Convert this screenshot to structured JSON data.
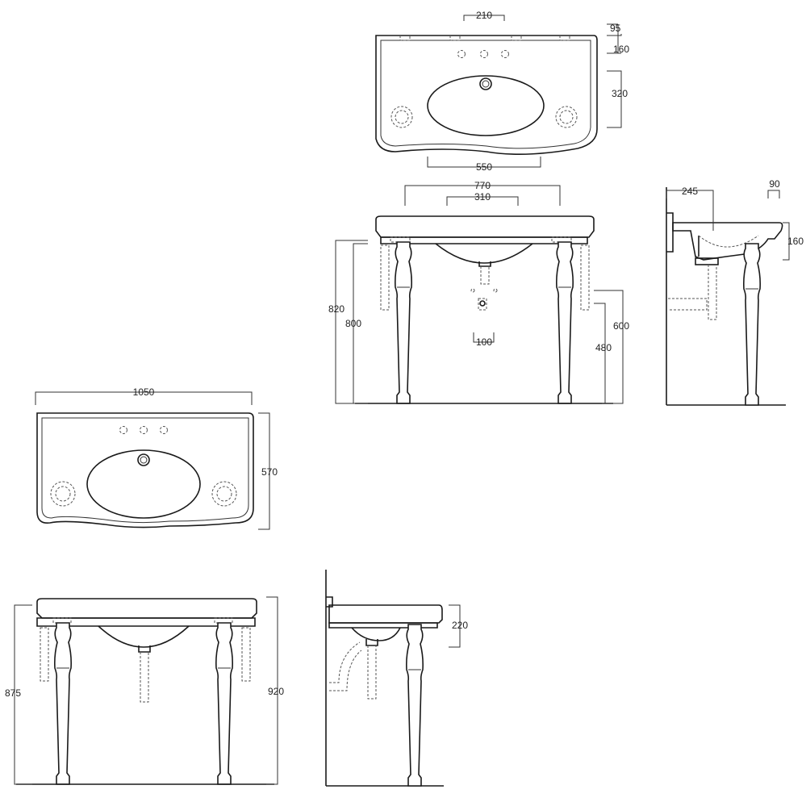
{
  "dimensions": {
    "top_plan_small": {
      "w210": "210",
      "d95": "95",
      "d160": "160",
      "d320": "320",
      "w550": "550"
    },
    "front_small": {
      "w770": "770",
      "w310": "310",
      "h820": "820",
      "h800": "800",
      "h600": "600",
      "h480": "480",
      "w100": "100"
    },
    "side_small": {
      "d245": "245",
      "d90": "90",
      "h160": "160"
    },
    "top_plan_large": {
      "w1050": "1050",
      "d570": "570"
    },
    "front_large": {
      "h875": "875",
      "h920": "920"
    },
    "side_large": {
      "h220": "220"
    }
  },
  "colors": {
    "line": "#1a1a1a",
    "background": "#ffffff"
  }
}
